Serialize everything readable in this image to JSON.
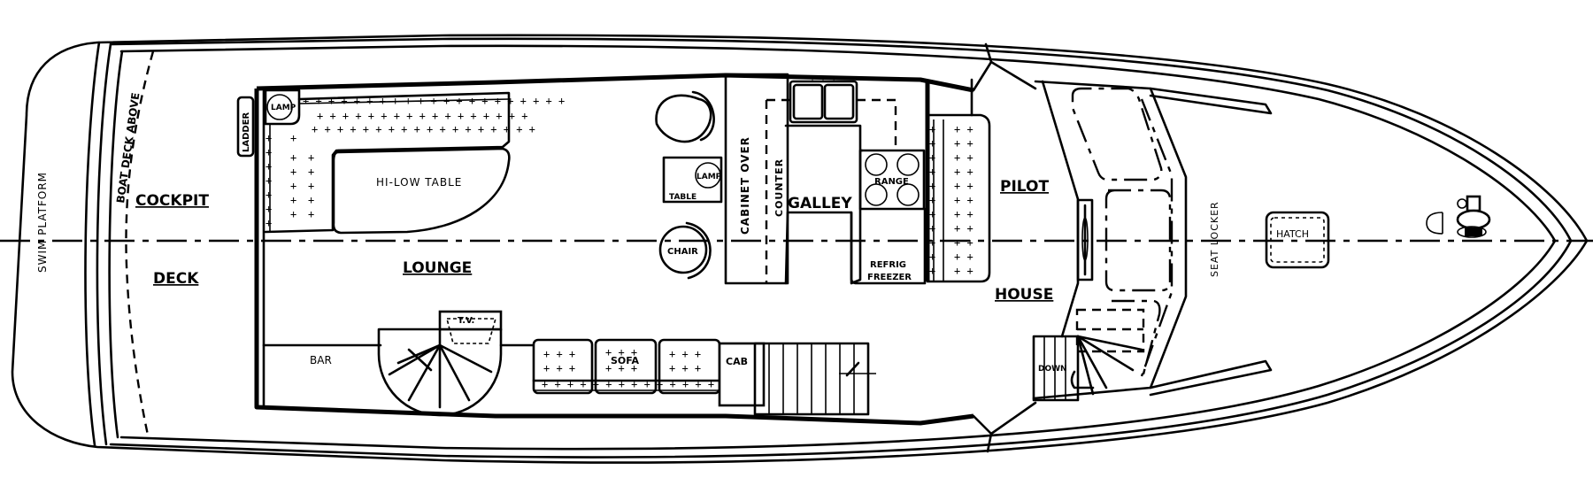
{
  "drawing": {
    "type": "boat deck plan (top view)",
    "colors": {
      "ink": "#000000",
      "paper": "#ffffff"
    }
  },
  "labels": {
    "swim_platform": "SWIM PLATFORM",
    "boat_deck_above": "BOAT DECK ABOVE",
    "cockpit": "COCKPIT",
    "deck": "DECK",
    "ladder": "LADDER",
    "lamp_aft": "LAMP",
    "hi_low_table": "HI-LOW TABLE",
    "lounge": "LOUNGE",
    "bar": "BAR",
    "tv": "T.V.",
    "sofa": "SOFA",
    "cab": "CAB",
    "lamp_table": "LAMP",
    "table": "TABLE",
    "chair": "CHAIR",
    "cabinet_over": "CABINET OVER",
    "counter": "COUNTER",
    "galley": "GALLEY",
    "range": "RANGE",
    "refrig": "REFRIG",
    "freezer": "FREEZER",
    "pilot": "PILOT",
    "house": "HOUSE",
    "down": "DOWN",
    "seat_locker": "SEAT LOCKER",
    "hatch": "HATCH"
  },
  "icons": [
    "windlass-icon",
    "spiral-stair-icon",
    "helm-icon",
    "sink-icon",
    "range-burner-icon"
  ]
}
